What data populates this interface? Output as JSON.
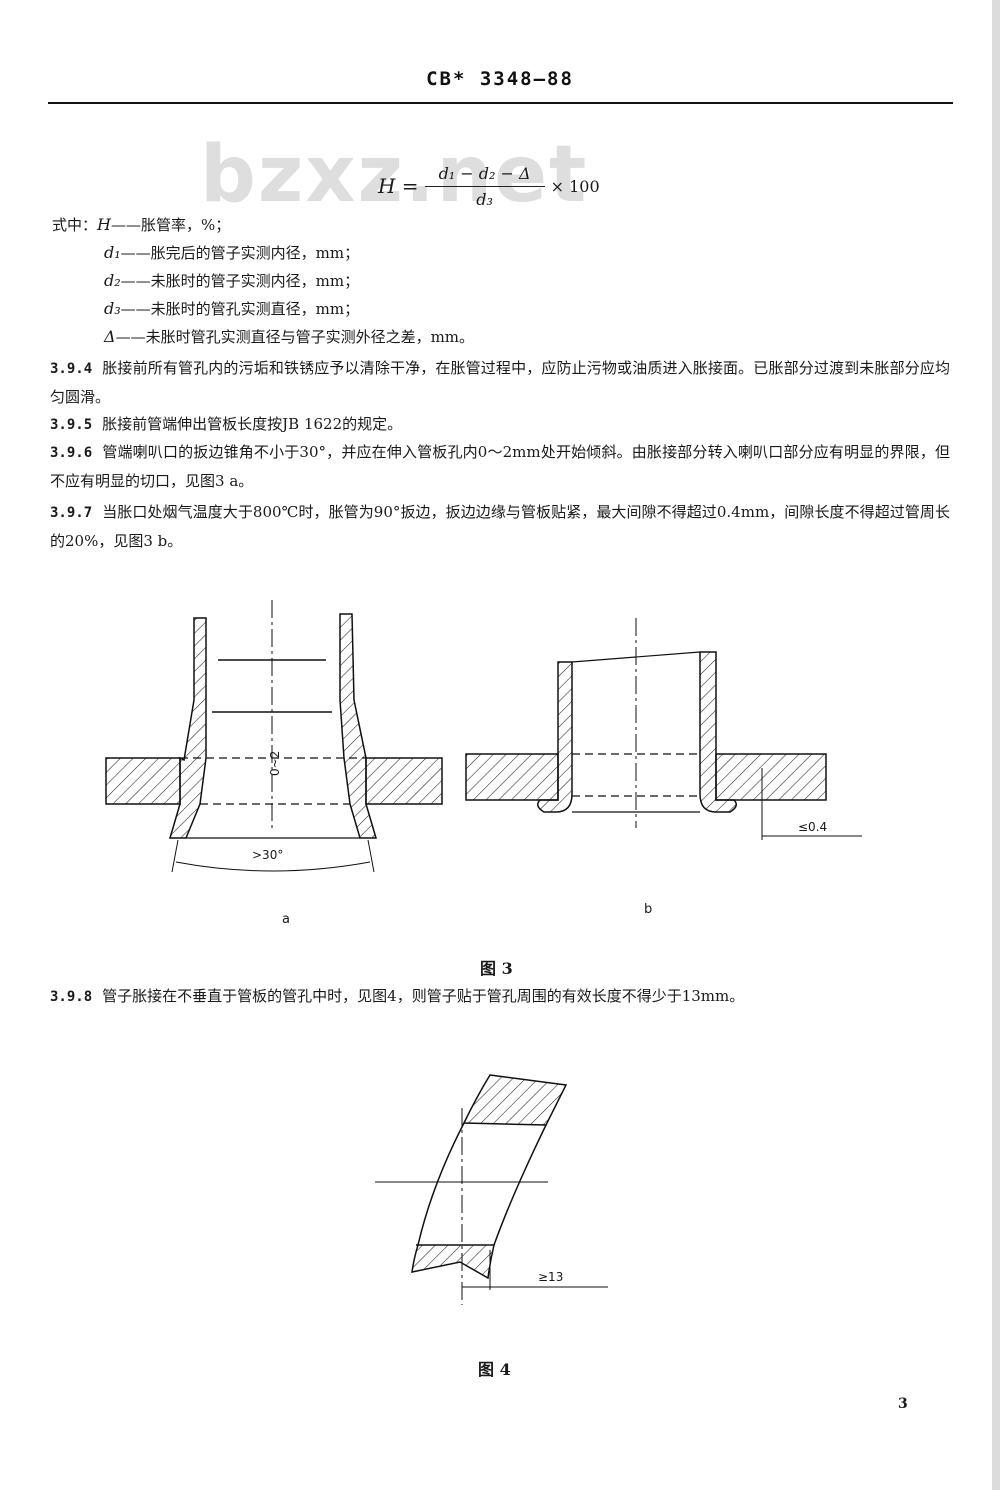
{
  "header": {
    "standard_code": "CB* 3348—88"
  },
  "watermark": "bzxz.net",
  "formula": {
    "lhs": "H =",
    "numerator": "d₁ − d₂ − Δ",
    "denominator": "d₃",
    "multiplier": "× 100"
  },
  "definitions": [
    {
      "prefix": "式中：",
      "symbol": "H",
      "text": "——胀管率，%；"
    },
    {
      "prefix": "",
      "symbol": "d₁",
      "text": "——胀完后的管子实测内径，mm；"
    },
    {
      "prefix": "",
      "symbol": "d₂",
      "text": "——未胀时的管子实测内径，mm；"
    },
    {
      "prefix": "",
      "symbol": "d₃",
      "text": "——未胀时的管孔实测直径，mm；"
    },
    {
      "prefix": "",
      "symbol": "Δ",
      "text": "——未胀时管孔实测直径与管子实测外径之差，mm。"
    }
  ],
  "clauses": [
    {
      "number": "3.9.4",
      "text": "胀接前所有管孔内的污垢和铁锈应予以清除干净，在胀管过程中，应防止污物或油质进入胀接面。已胀部分过渡到未胀部分应均匀圆滑。"
    },
    {
      "number": "3.9.5",
      "text": "胀接前管端伸出管板长度按JB 1622的规定。"
    },
    {
      "number": "3.9.6",
      "text": "管端喇叭口的扳边锥角不小于30°，并应在伸入管板孔内0～2mm处开始倾斜。由胀接部分转入喇叭口部分应有明显的界限，但不应有明显的切口，见图3 a。"
    },
    {
      "number": "3.9.7",
      "text": "当胀口处烟气温度大于800℃时，胀管为90°扳边，扳边边缘与管板贴紧，最大间隙不得超过0.4mm，间隙长度不得超过管周长的20%，见图3 b。"
    },
    {
      "number": "3.9.8",
      "text": "管子胀接在不垂直于管板的管孔中时，见图4，则管子贴于管孔周围的有效长度不得少于13mm。"
    }
  ],
  "figure3": {
    "sub_a": "a",
    "sub_b": "b",
    "dim_depth": "0~2",
    "dim_angle": ">30°",
    "dim_gap": "≤0.4",
    "caption": "图 3"
  },
  "figure4": {
    "dim_length": "≥13",
    "caption": "图 4"
  },
  "page_number": "3"
}
